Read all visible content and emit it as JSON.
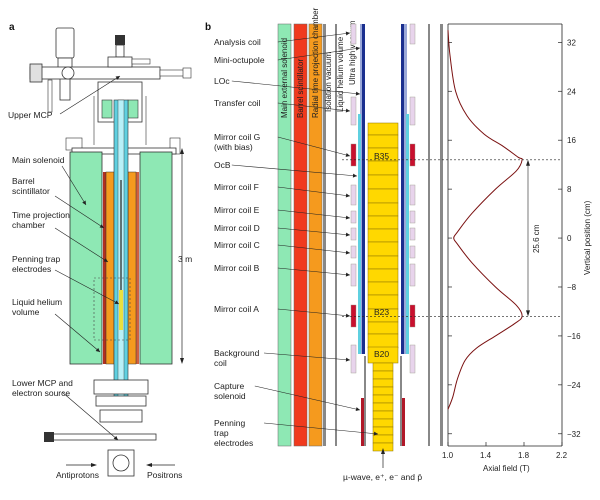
{
  "panel_a": {
    "letter": "a",
    "labels": [
      {
        "id": "upper-mcp",
        "text": [
          "Upper MCP"
        ]
      },
      {
        "id": "main-solenoid",
        "text": [
          "Main solenoid"
        ]
      },
      {
        "id": "barrel-scintillator",
        "text": [
          "Barrel",
          "scintillator"
        ]
      },
      {
        "id": "time-projection-chamber",
        "text": [
          "Time projection",
          "chamber"
        ]
      },
      {
        "id": "penning-trap-electrodes",
        "text": [
          "Penning trap",
          "electrodes"
        ]
      },
      {
        "id": "liquid-helium-volume",
        "text": [
          "Liquid helium",
          "volume"
        ]
      },
      {
        "id": "lower-mcp",
        "text": [
          "Lower MCP and",
          "electron source"
        ]
      }
    ],
    "scale_label": "3 m",
    "beam_left": "Antiprotons",
    "beam_right": "Positrons"
  },
  "panel_b": {
    "letter": "b",
    "layer_labels": [
      "Main external solenoid",
      "Barrel scintillator",
      "Radial time projection chamber",
      "Isolation vacuum",
      "Liquid helium volume",
      "Ultra high vacuum"
    ],
    "labels": [
      {
        "id": "analysis-coil",
        "text": [
          "Analysis coil"
        ]
      },
      {
        "id": "mini-octupole",
        "text": [
          "Mini-octupole"
        ]
      },
      {
        "id": "loc",
        "text": [
          "LOc"
        ]
      },
      {
        "id": "transfer-coil",
        "text": [
          "Transfer coil"
        ]
      },
      {
        "id": "mirror-coil-g",
        "text": [
          "Mirror coil G",
          "(with bias)"
        ]
      },
      {
        "id": "ocb",
        "text": [
          "OcB"
        ]
      },
      {
        "id": "mirror-coil-f",
        "text": [
          "Mirror coil F"
        ]
      },
      {
        "id": "mirror-coil-e",
        "text": [
          "Mirror coil E"
        ]
      },
      {
        "id": "mirror-coil-d",
        "text": [
          "Mirror coil D"
        ]
      },
      {
        "id": "mirror-coil-c",
        "text": [
          "Mirror coil C"
        ]
      },
      {
        "id": "mirror-coil-b",
        "text": [
          "Mirror coil B"
        ]
      },
      {
        "id": "mirror-coil-a",
        "text": [
          "Mirror coil A"
        ]
      },
      {
        "id": "background-coil",
        "text": [
          "Background",
          "coil"
        ]
      },
      {
        "id": "capture-solenoid",
        "text": [
          "Capture",
          "solenoid"
        ]
      },
      {
        "id": "penning-trap-electrodes-b",
        "text": [
          "Penning",
          "trap",
          "electrodes"
        ]
      }
    ],
    "electrode_labels": [
      "B35",
      "B23",
      "B20"
    ],
    "bottom_label": "µ-wave, e⁺, e⁻ and p̄",
    "span_label": "25.6 cm"
  },
  "colors": {
    "solenoid": "#8ee8b4",
    "scintillator": "#f03a1e",
    "tpc": "#f59a1e",
    "electrode": "#ffd800",
    "coil_red": "#c8102e",
    "coil_pink": "#e8d4ec",
    "uhv_blue": "#1a2f8f",
    "cyan": "#5fd0e0",
    "curve": "#7a1010"
  },
  "chart_data": {
    "type": "line",
    "title": "",
    "xlabel": "Axial field (T)",
    "ylabel": "Vertical position (cm)",
    "xlim": [
      1.0,
      2.2
    ],
    "ylim": [
      -34,
      35
    ],
    "xticks": [
      "1.0",
      "1.4",
      "1.8",
      "2.2"
    ],
    "yticks": [
      "32",
      "24",
      "16",
      "8",
      "0",
      "-8",
      "-16",
      "-24",
      "-32"
    ],
    "series": [
      {
        "name": "Axial field",
        "x": [
          1.0,
          1.02,
          1.08,
          1.2,
          1.38,
          1.58,
          1.74,
          1.78,
          1.72,
          1.5,
          1.25,
          1.1,
          1.06,
          1.1,
          1.25,
          1.5,
          1.72,
          1.78,
          1.7,
          1.5,
          1.3,
          1.18,
          1.1,
          1.05,
          1.0
        ],
        "y": [
          34,
          30,
          24,
          20,
          17,
          15,
          13.2,
          12.8,
          11,
          8,
          4,
          1,
          0,
          -1,
          -4,
          -8,
          -11,
          -12.8,
          -14,
          -16,
          -18,
          -20,
          -23,
          -26,
          -28
        ]
      }
    ],
    "annotations": [
      {
        "text": "25.6 cm",
        "from": 12.8,
        "to": -12.8
      }
    ]
  }
}
